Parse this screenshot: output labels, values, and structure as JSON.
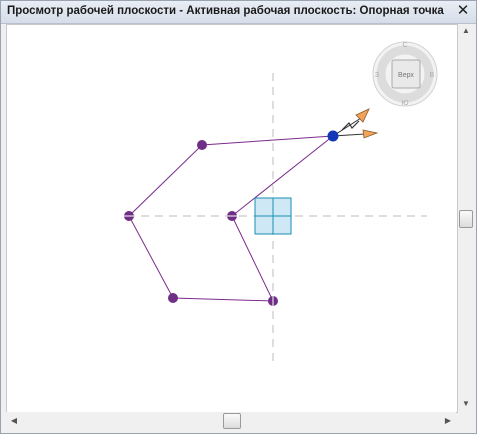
{
  "window": {
    "title": "Просмотр рабочей плоскости - Активная рабочая плоскость: Опорная точка",
    "close_symbol": "✕"
  },
  "viewcube": {
    "face_label": "Верх",
    "compass": [
      "С",
      "В",
      "Ю",
      "З"
    ]
  },
  "scrollbars": {
    "up_arrow": "▲",
    "down_arrow": "▼",
    "left_arrow": "◀",
    "right_arrow": "▶"
  },
  "colors": {
    "path_line": "#7b2c8c",
    "vertex": "#6f2f86",
    "selected_vertex": "#1238b5",
    "gizmo_arrow": "#f1a35a",
    "pivot_fill": "#cfe8f5",
    "pivot_stroke": "#1a8fb3",
    "guide": "#bdbdbd"
  }
}
